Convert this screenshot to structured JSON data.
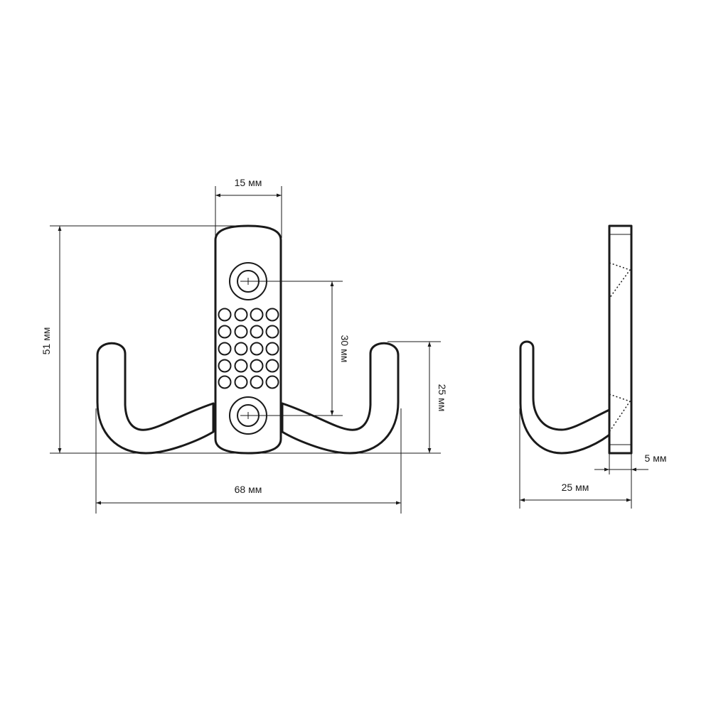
{
  "dimensions": {
    "plate_width": "15 мм",
    "total_height": "51 мм",
    "hole_spacing": "30 мм",
    "hook_height": "25 мм",
    "total_width": "68 мм",
    "side_depth": "25 мм",
    "plate_thickness": "5 мм"
  },
  "colors": {
    "line": "#1a1a1a",
    "background": "#ffffff"
  }
}
